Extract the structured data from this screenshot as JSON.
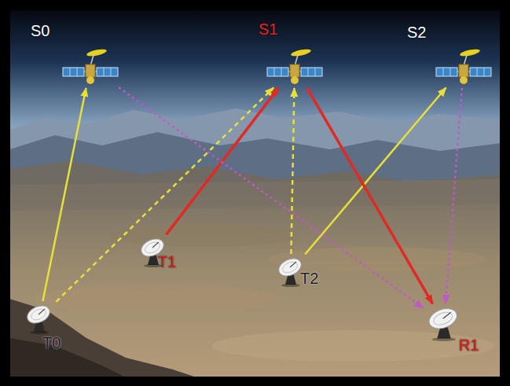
{
  "diagram": {
    "nodes": [
      {
        "text": [
          "S0"
        ]
      },
      {
        "text": [
          "S1"
        ]
      },
      {
        "text": [
          "S2"
        ]
      },
      {
        "text": [
          "T1"
        ]
      },
      {
        "text": [
          "T2"
        ]
      },
      {
        "text": [
          "T0"
        ]
      },
      {
        "text": [
          "R1"
        ]
      }
    ],
    "edges": [
      {
        "from": 5,
        "to": 0,
        "arrow": "to"
      },
      {
        "from": 5,
        "to": 1,
        "arrow": "to"
      },
      {
        "from": 3,
        "to": 1,
        "arrow": "to"
      },
      {
        "from": 4,
        "to": 1,
        "arrow": "to"
      },
      {
        "from": 4,
        "to": 2,
        "arrow": "to"
      },
      {
        "from": 0,
        "to": 6,
        "arrow": "to"
      },
      {
        "from": 1,
        "to": 6,
        "arrow": "to"
      },
      {
        "from": 2,
        "to": 6,
        "arrow": "to"
      }
    ]
  }
}
